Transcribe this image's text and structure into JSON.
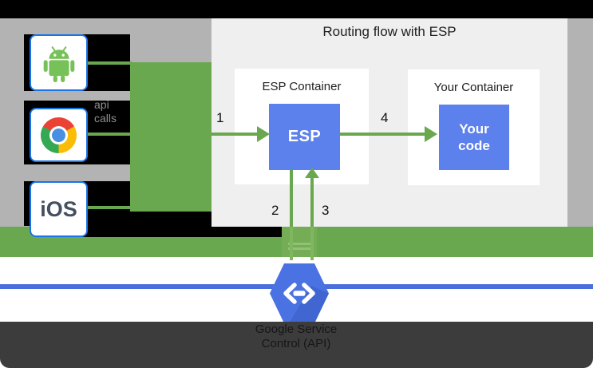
{
  "diagram": {
    "title": "Routing flow with ESP",
    "clients": {
      "android_icon": "android-robot-icon",
      "chrome_icon": "chrome-browser-icon",
      "ios_label": "iOS"
    },
    "api_calls": {
      "line1": "api",
      "line2": "calls"
    },
    "esp_container": {
      "title": "ESP Container",
      "box_label": "ESP"
    },
    "your_container": {
      "title": "Your Container",
      "box_label": "Your code"
    },
    "steps": {
      "s1": "1",
      "s2": "2",
      "s3": "3",
      "s4": "4"
    },
    "service_control": {
      "icon": "cloud-endpoints-hexagon-icon",
      "caption_line1": "Google Service",
      "caption_line2": "Control (API)"
    },
    "colors": {
      "green": "#6aa84f",
      "box_blue": "#5c80ec",
      "hexagon_blue": "#4b72e2",
      "rule_blue": "#4a6fdc",
      "panel_gray": "#efefef",
      "outer_gray": "#b3b3b3",
      "footer_gray": "#3c3c3c",
      "client_border_blue": "#1a73e8"
    }
  }
}
